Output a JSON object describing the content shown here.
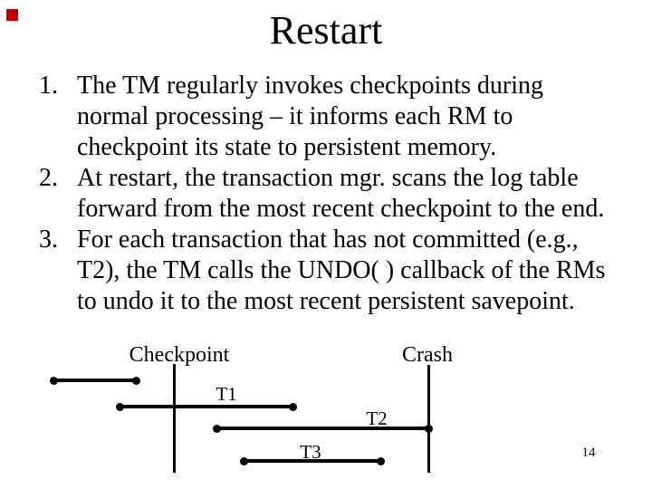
{
  "slide_title": "Restart",
  "page_number": "14",
  "colors": {
    "marker_red": "#c00000",
    "text": "#000000",
    "background": "#ffffff"
  },
  "list": {
    "items": [
      {
        "number": "1.",
        "lines": [
          "The TM regularly invokes checkpoints during",
          "normal processing – it informs each RM to",
          "checkpoint its state to persistent memory."
        ]
      },
      {
        "number": "2.",
        "lines": [
          "At restart, the transaction mgr. scans the log table",
          "forward from the most recent checkpoint to the end."
        ]
      },
      {
        "number": "3.",
        "lines": [
          "For each transaction that has not committed (e.g.,",
          "T2), the TM calls the UNDO( ) callback of the RMs",
          "to undo it to the most recent persistent savepoint."
        ]
      }
    ]
  },
  "diagram": {
    "checkpoint_label": "Checkpoint",
    "crash_label": "Crash",
    "transactions": [
      {
        "label": "T1"
      },
      {
        "label": "T2"
      },
      {
        "label": "T3"
      }
    ]
  }
}
